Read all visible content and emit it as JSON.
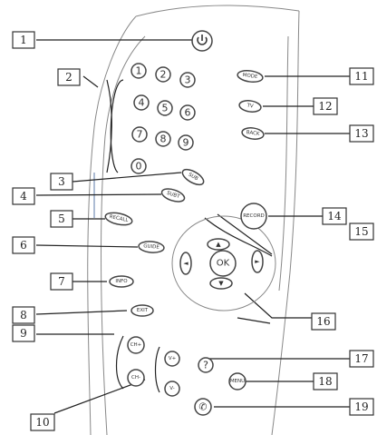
{
  "callouts": [
    "1",
    "2",
    "3",
    "4",
    "5",
    "6",
    "7",
    "8",
    "9",
    "10",
    "11",
    "12",
    "13",
    "14",
    "15",
    "16",
    "17",
    "18",
    "19"
  ],
  "buttons": {
    "power_icon": "power-icon",
    "numbers": [
      "1",
      "2",
      "3",
      "4",
      "5",
      "6",
      "7",
      "8",
      "9",
      "0"
    ],
    "mode": "MODE",
    "tv": "TV",
    "back": "BACK",
    "sub": "SUB",
    "subt": "SUBT",
    "recall": "RECALL",
    "record": "RECORD",
    "guide": "GUIDE",
    "info": "INFO",
    "exit": "EXIT",
    "ch_up": "CH+",
    "ch_down": "CH-",
    "vol_up": "V+",
    "vol_down": "V-",
    "ok": "OK",
    "menu": "MENU",
    "up_arrow": "▲",
    "down_arrow": "▼",
    "left_arrow": "◄",
    "right_arrow": "►",
    "help_glyph": "?",
    "phone_glyph": "✆"
  }
}
